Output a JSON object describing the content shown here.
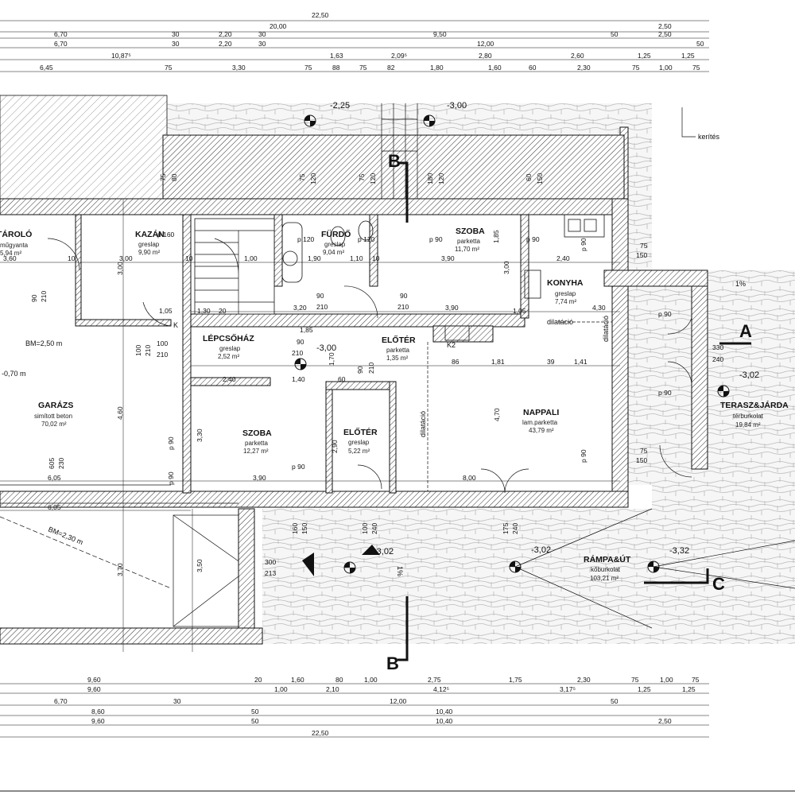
{
  "rooms": {
    "taroló": {
      "name": "TÁROLÓ",
      "floor": "műgyanta",
      "area": "5,94 m²"
    },
    "kazan": {
      "name": "KAZÁN",
      "floor": "greslap",
      "area": "9,90 m²"
    },
    "furdo": {
      "name": "FÜRDŐ",
      "floor": "greslap",
      "area": "9,04 m²"
    },
    "szoba_top": {
      "name": "SZOBA",
      "floor": "parketta",
      "area": "11,70 m²"
    },
    "konyha": {
      "name": "KONYHA",
      "floor": "greslap",
      "area": "7,74 m²"
    },
    "lepcsohaz": {
      "name": "LÉPCSŐHÁZ",
      "floor": "greslap",
      "area": "2,52 m²"
    },
    "eloter1": {
      "name": "ELŐTÉR",
      "floor": "parketta",
      "area": "1,35 m²"
    },
    "garazs": {
      "name": "GARÁZS",
      "floor": "simított beton",
      "area": "70,02 m²"
    },
    "szoba_bottom": {
      "name": "SZOBA",
      "floor": "parketta",
      "area": "12,27 m²"
    },
    "eloter2": {
      "name": "ELŐTÉR",
      "floor": "greslap",
      "area": "5,22 m²"
    },
    "nappali": {
      "name": "NAPPALI",
      "floor": "lam.parketta",
      "area": "43,79 m²"
    },
    "terasz": {
      "name": "TERASZ&JÁRDA",
      "floor": "térburkolat",
      "area": "19,84 m²"
    },
    "rampa": {
      "name": "RÁMPA&ÚT",
      "floor": "kőburkolat",
      "area": "103,21 m²"
    }
  },
  "labels": {
    "kerites": "kerítés",
    "dilatacio": "dilatáció",
    "k": "K",
    "k2": "K2",
    "bm1": "BM=2,50 m",
    "bm2": "BM=2,30 m",
    "bm3": "-0,70 m",
    "pct1": "1%",
    "pct2": "1%"
  },
  "sections": {
    "a": "A",
    "b_top": "B",
    "b_bottom": "B",
    "c": "C"
  },
  "levels": {
    "l1": "-2,25",
    "l2": "-3,00",
    "l3": "-3,00",
    "l4": "-3,02",
    "l5": "-3,02",
    "l6": "-3,32",
    "l7": "-3,02"
  },
  "dims_top": {
    "r1": [
      "22,50"
    ],
    "r2": [
      "20,00",
      "2,50"
    ],
    "r3": [
      "6,70",
      "30",
      "2,20",
      "30",
      "9,50",
      "50",
      "2,50"
    ],
    "r4": [
      "6,70",
      "30",
      "2,20",
      "30",
      "12,00",
      "50"
    ],
    "r5": [
      "10,87⁵",
      "1,63",
      "2,09⁵",
      "2,80",
      "2,60",
      "1,25",
      "1,25"
    ],
    "r6": [
      "6,45",
      "75",
      "3,30",
      "75",
      "88",
      "75",
      "82",
      "1,80",
      "1,60",
      "60",
      "2,30",
      "75",
      "1,00",
      "75"
    ]
  },
  "dims_bottom": {
    "r1": [
      "9,60",
      "20",
      "1,60",
      "80",
      "1,00",
      "2,75",
      "1,75",
      "2,30",
      "75",
      "1,00",
      "75"
    ],
    "r2": [
      "9,60",
      "1,00",
      "2,10",
      "4,12⁵",
      "3,17⁵",
      "1,25",
      "1,25"
    ],
    "r3": [
      "6,70",
      "30",
      "12,00",
      "50"
    ],
    "r4": [
      "8,60",
      "50",
      "10,40"
    ],
    "r5": [
      "9,60",
      "50",
      "10,40",
      "2,50"
    ],
    "r6": [
      "22,50"
    ]
  },
  "inner_dims": {
    "d1": "3,60",
    "d2": "10",
    "d3": "3,00",
    "d4": "10",
    "d5": "1,00",
    "d6": "1,90",
    "d7": "1,10",
    "d8": "10",
    "d9": "3,90",
    "d10": "2,40",
    "d11": "3,20",
    "d12": "3,90",
    "d13": "4,30",
    "d14": "1,85",
    "d15": "86",
    "d16": "1,81",
    "d17": "39",
    "d18": "1,41",
    "d19": "2,40",
    "d20": "1,40",
    "d21": "60",
    "d22": "6,05",
    "d23": "3,90",
    "d24": "8,00",
    "d25": "6,05",
    "d26": "4,60",
    "d27": "3,70",
    "d28": "3,30",
    "d29": "3,50",
    "d30": "4,70",
    "d31": "605",
    "d32": "230",
    "d33": "1,30",
    "d34": "1,05",
    "d35": "1,05",
    "d36": "20",
    "d37": "3,00",
    "d38": "1,85",
    "d39": "3,00",
    "d40": "2,90",
    "d41": "1,70"
  },
  "openings": {
    "o1": "p 90",
    "o2": "p 120",
    "o3": "p 120",
    "o4": "p 90",
    "o5": "p 90",
    "o6": "p 160",
    "o7": "p 90",
    "o8": "p 90",
    "o9": "p 90",
    "o10": "p 90",
    "o11": "p 90",
    "o12": "p 90",
    "w1": "75",
    "w2": "150",
    "w3": "75",
    "w4": "150",
    "w5": "330",
    "w6": "240",
    "w7": "300",
    "w8": "213",
    "w9": "100",
    "w10": "210",
    "w11": "90",
    "w12": "210",
    "w13": "90",
    "w14": "210",
    "w15": "100",
    "w16": "210",
    "w17": "160",
    "w18": "150",
    "w19": "100",
    "w20": "240",
    "w21": "175",
    "w22": "240",
    "w23": "90",
    "w24": "210",
    "w25": "75",
    "w26": "80",
    "w27": "75",
    "w28": "120",
    "w29": "75",
    "w30": "120",
    "w31": "180",
    "w32": "120",
    "w33": "60",
    "w34": "150",
    "w35": "90",
    "w36": "210",
    "w37": "90",
    "w38": "210"
  }
}
